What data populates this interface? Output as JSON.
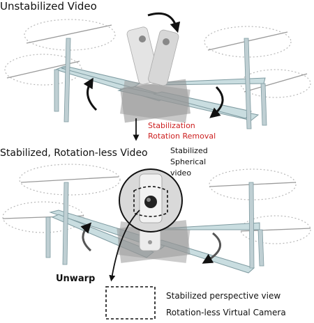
{
  "labels": {
    "unstabilized": "Unstabilized Video",
    "stabilization_line1": "Stabilization",
    "stabilization_line2": "Rotation Removal",
    "stabilized": "Stabilized, Rotation-less Video",
    "spherical_line1": "Stabilized",
    "spherical_line2": "Spherical",
    "spherical_line3": "video",
    "unwarp": "Unwarp",
    "perspective_line1": "Stabilized perspective view",
    "perspective_line2": "Rotation-less Virtual Camera"
  },
  "colors": {
    "accent": "#cc1f1f",
    "arm": "#c9dde0",
    "arm_stroke": "#7e9aa0",
    "body": "#8e8e8e",
    "propeller": "#b8b8b8",
    "motor": "#7fd0a8"
  }
}
